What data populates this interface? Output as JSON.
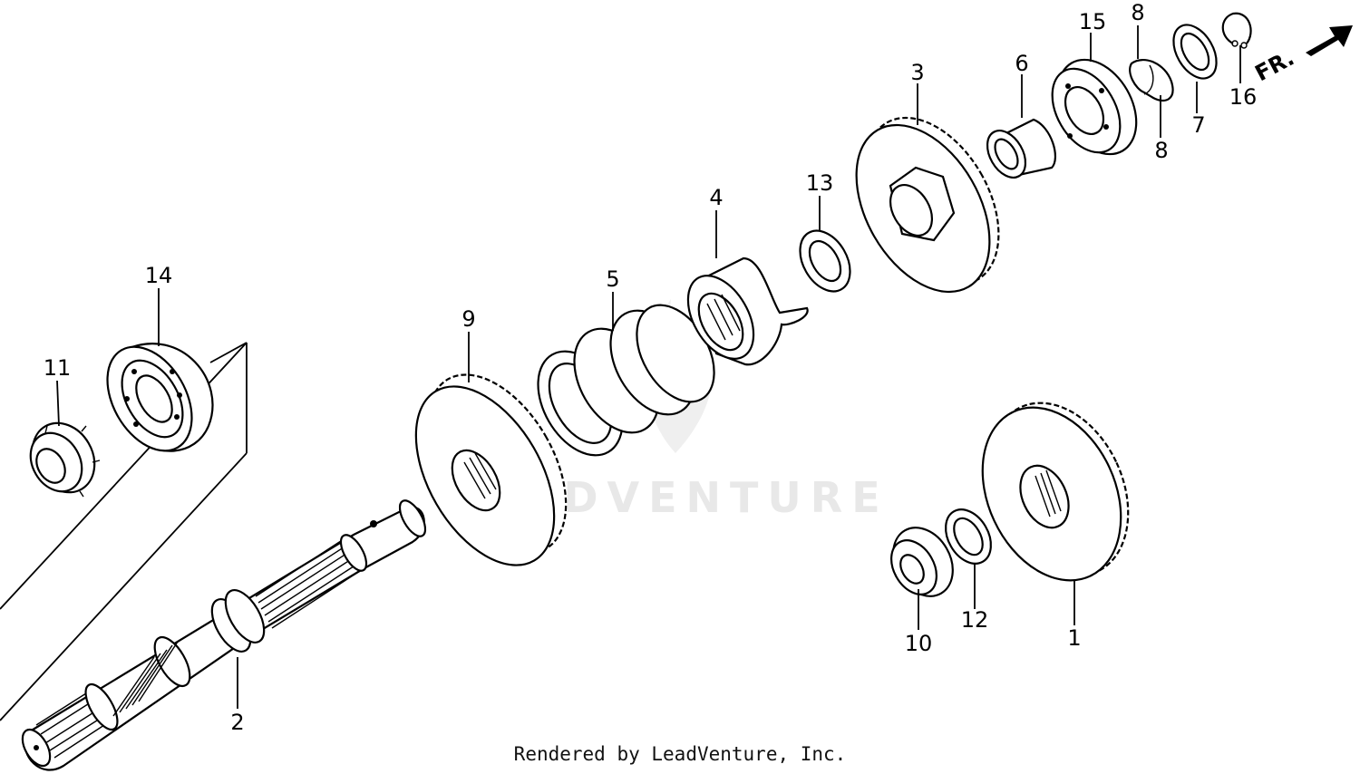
{
  "watermark": "LEADVENTURE",
  "footer": "Rendered by LeadVenture, Inc.",
  "direction_label": "FR.",
  "callouts": {
    "c1": "1",
    "c2": "2",
    "c3": "3",
    "c4": "4",
    "c5": "5",
    "c6": "6",
    "c7": "7",
    "c8a": "8",
    "c8b": "8",
    "c9": "9",
    "c10": "10",
    "c11": "11",
    "c12": "12",
    "c13": "13",
    "c14": "14",
    "c15": "15",
    "c16": "16"
  }
}
